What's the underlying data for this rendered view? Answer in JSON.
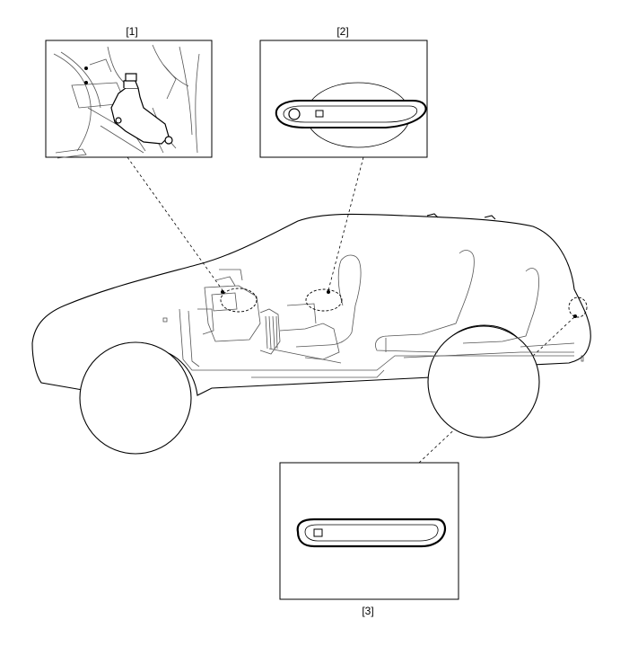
{
  "callouts": [
    {
      "id": "1",
      "label": "[1]"
    },
    {
      "id": "2",
      "label": "[2]"
    },
    {
      "id": "3",
      "label": "[3]"
    }
  ],
  "colors": {
    "line": "#000000",
    "detail": "#555555",
    "background": "#ffffff"
  }
}
